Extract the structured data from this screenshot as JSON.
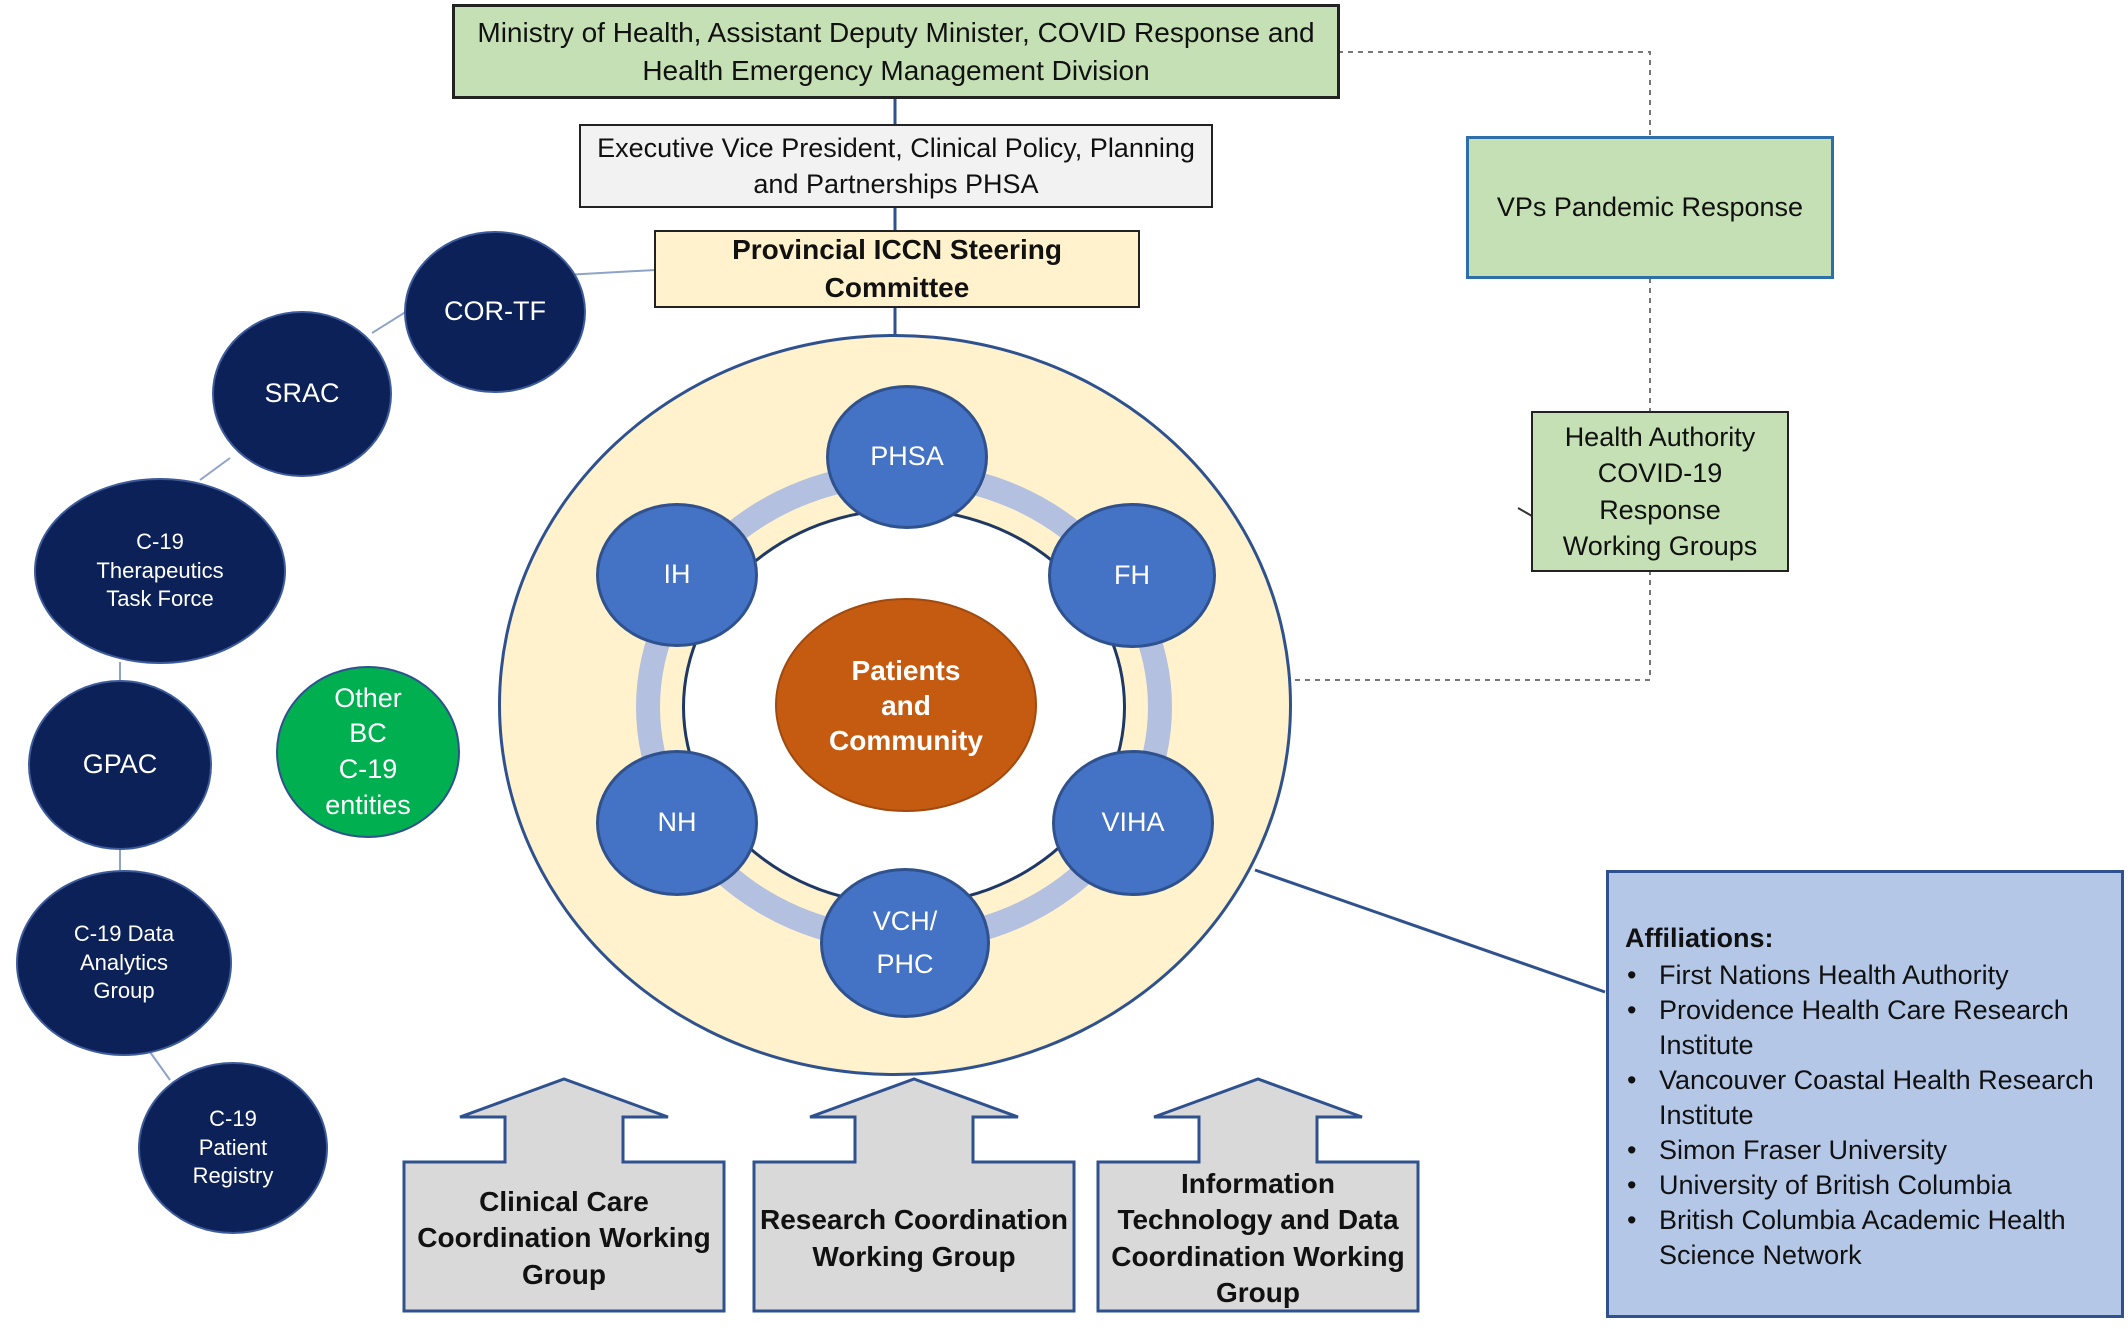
{
  "colors": {
    "top_green": "#c5e0b4",
    "steering_fill": "#fff2cc",
    "navy": "#0b2158",
    "blue_node": "#4472c4",
    "patients": "#c55a11",
    "other_green": "#00b050",
    "ring_fill": "#fff2cc",
    "arrow_gray": "#d9d9d9",
    "affiliations_fill": "#b4c7e7"
  },
  "ministry": {
    "label": "Ministry of Health, Assistant Deputy Minister, COVID Response and\nHealth Emergency Management Division"
  },
  "evp": {
    "label": "Executive Vice President, Clinical Policy, Planning\nand Partnerships PHSA"
  },
  "steering": {
    "label": "Provincial ICCN Steering Committee"
  },
  "vps": {
    "label": "VPs Pandemic Response"
  },
  "ha_groups": {
    "label": "Health Authority\nCOVID-19\nResponse\nWorking Groups"
  },
  "left_nodes": {
    "cor_tf": "COR-TF",
    "srac": "SRAC",
    "therapeutics": "C-19\nTherapeutics\nTask Force",
    "gpac": "GPAC",
    "data_analytics": "C-19 Data\nAnalytics\nGroup",
    "patient_registry": "C-19\nPatient\nRegistry",
    "other_bc": "Other\nBC\nC-19\nentities"
  },
  "ring": {
    "phsa": "PHSA",
    "fh": "FH",
    "viha": "VIHA",
    "vch": "VCH/\nPHC",
    "nh": "NH",
    "ih": "IH",
    "center": "Patients\nand\nCommunity"
  },
  "working_groups": {
    "clinical": "Clinical Care\nCoordination Working\nGroup",
    "research": "Research Coordination\nWorking Group",
    "it": "Information\nTechnology and Data\nCoordination Working\nGroup"
  },
  "affiliations": {
    "title": "Affiliations:",
    "items": [
      "First Nations Health Authority",
      "Providence Health Care Research\nInstitute",
      "Vancouver Coastal Health Research\nInstitute",
      "Simon Fraser University",
      "University of British Columbia",
      "British Columbia Academic Health\nScience Network"
    ]
  }
}
